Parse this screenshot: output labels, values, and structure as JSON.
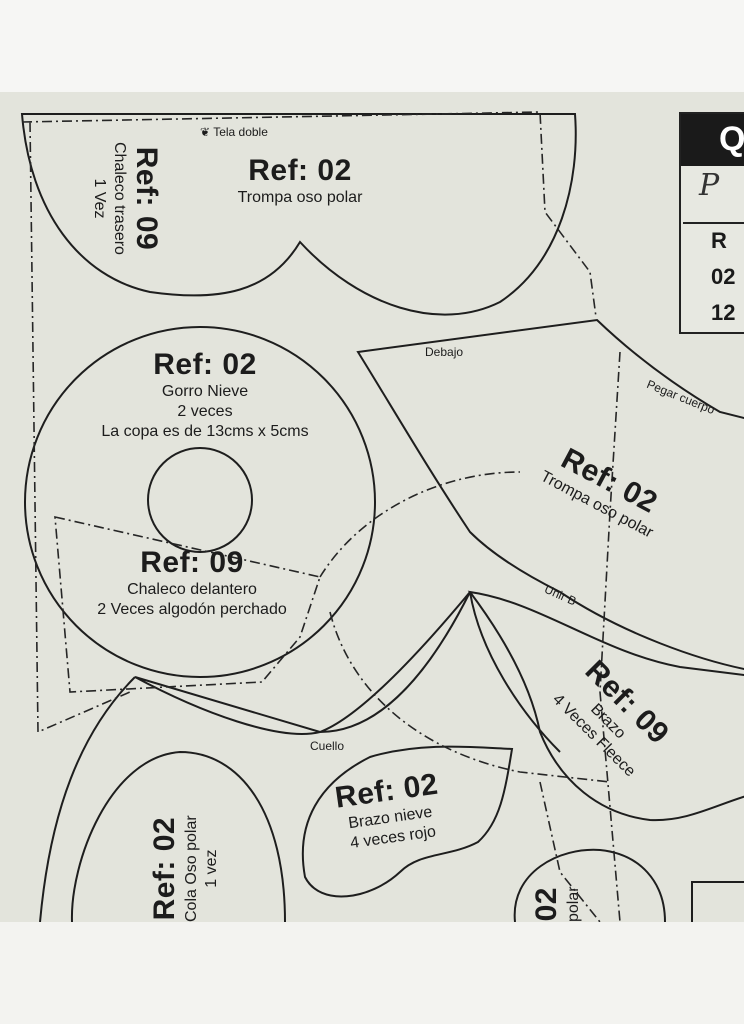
{
  "pieces": {
    "chaleco_trasero": {
      "ref": "Ref: 09",
      "name": "Chaleco trasero",
      "qty": "1 Vez"
    },
    "trompa_top": {
      "fold_note": "Tela doble",
      "ref": "Ref: 02",
      "name": "Trompa oso polar"
    },
    "gorro": {
      "ref": "Ref: 02",
      "line1": "Gorro Nieve",
      "line2": "2 veces",
      "line3": "La copa es de 13cms x 5cms"
    },
    "chaleco_delantero": {
      "ref": "Ref: 09",
      "line1": "Chaleco delantero",
      "line2": "2 Veces algodón perchado"
    },
    "trompa_right": {
      "debajo": "Debajo",
      "pegar": "Pegar cuerpo",
      "ref": "Ref: 02",
      "name": "Trompa oso polar",
      "unir": "Unir B"
    },
    "brazo_fleece": {
      "ref": "Ref: 09",
      "line1": "Brazo",
      "line2": "4 Veces Fleece"
    },
    "cuello": {
      "label": "Cuello"
    },
    "brazo_nieve": {
      "ref": "Ref: 02",
      "line1": "Brazo nieve",
      "line2": "4 veces rojo"
    },
    "cola": {
      "ref": "Ref: 02",
      "line1": "Cola Oso polar",
      "line2": "1 vez"
    },
    "bottom_right": {
      "ref": "02",
      "line1": "polar"
    }
  },
  "header": {
    "letter": "Q",
    "script": "P",
    "row1": "R",
    "row2": "02",
    "row3": "12"
  }
}
